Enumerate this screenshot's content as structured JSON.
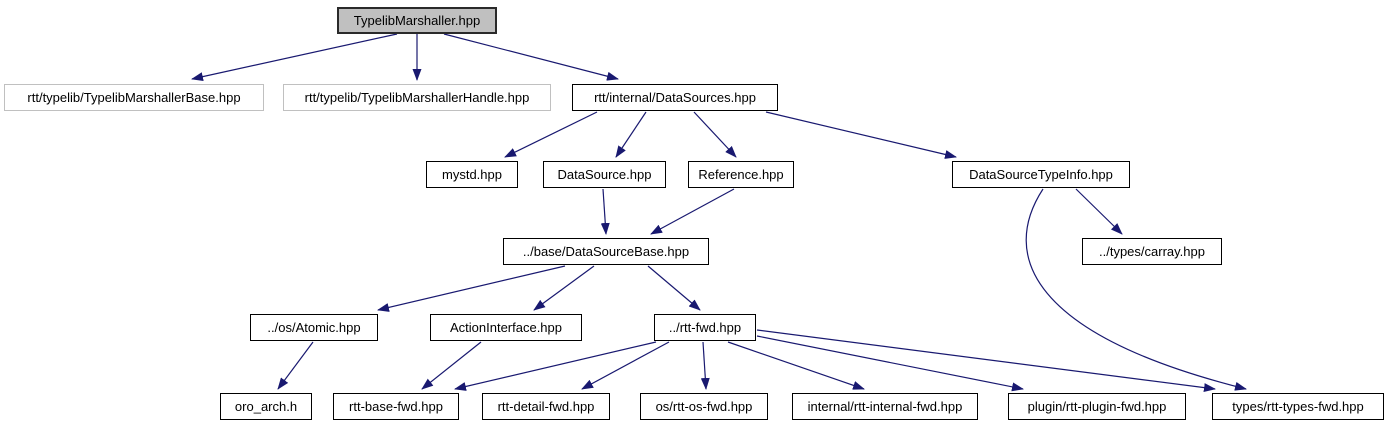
{
  "diagram": {
    "kind": "include-dependency-graph",
    "colors": {
      "edge": "#191970",
      "node_border": "#000000",
      "external_node_border": "#c0c0c0",
      "root_node_fill": "#c0c0c0",
      "node_fill": "#ffffff",
      "text": "#000000",
      "background": "#ffffff"
    },
    "nodes": [
      {
        "id": "root",
        "label": "TypelibMarshaller.hpp",
        "style": "root"
      },
      {
        "id": "typelib-marshaller-base",
        "label": "rtt/typelib/TypelibMarshallerBase.hpp",
        "style": "external"
      },
      {
        "id": "typelib-marshaller-handle",
        "label": "rtt/typelib/TypelibMarshallerHandle.hpp",
        "style": "external"
      },
      {
        "id": "datasources",
        "label": "rtt/internal/DataSources.hpp",
        "style": "linked"
      },
      {
        "id": "mystd",
        "label": "mystd.hpp",
        "style": "linked"
      },
      {
        "id": "datasource",
        "label": "DataSource.hpp",
        "style": "linked"
      },
      {
        "id": "reference",
        "label": "Reference.hpp",
        "style": "linked"
      },
      {
        "id": "datasource-typeinfo",
        "label": "DataSourceTypeInfo.hpp",
        "style": "linked"
      },
      {
        "id": "datasource-base",
        "label": "../base/DataSourceBase.hpp",
        "style": "linked"
      },
      {
        "id": "carray",
        "label": "../types/carray.hpp",
        "style": "linked"
      },
      {
        "id": "atomic",
        "label": "../os/Atomic.hpp",
        "style": "linked"
      },
      {
        "id": "action-interface",
        "label": "ActionInterface.hpp",
        "style": "linked"
      },
      {
        "id": "rtt-fwd",
        "label": "../rtt-fwd.hpp",
        "style": "linked"
      },
      {
        "id": "oro-arch",
        "label": "oro_arch.h",
        "style": "linked"
      },
      {
        "id": "rtt-base-fwd",
        "label": "rtt-base-fwd.hpp",
        "style": "linked"
      },
      {
        "id": "rtt-detail-fwd",
        "label": "rtt-detail-fwd.hpp",
        "style": "linked"
      },
      {
        "id": "rtt-os-fwd",
        "label": "os/rtt-os-fwd.hpp",
        "style": "linked"
      },
      {
        "id": "rtt-internal-fwd",
        "label": "internal/rtt-internal-fwd.hpp",
        "style": "linked"
      },
      {
        "id": "rtt-plugin-fwd",
        "label": "plugin/rtt-plugin-fwd.hpp",
        "style": "linked"
      },
      {
        "id": "rtt-types-fwd",
        "label": "types/rtt-types-fwd.hpp",
        "style": "linked"
      }
    ],
    "edges": [
      {
        "from": "TypelibMarshaller.hpp",
        "to": "rtt/typelib/TypelibMarshallerBase.hpp"
      },
      {
        "from": "TypelibMarshaller.hpp",
        "to": "rtt/typelib/TypelibMarshallerHandle.hpp"
      },
      {
        "from": "TypelibMarshaller.hpp",
        "to": "rtt/internal/DataSources.hpp"
      },
      {
        "from": "rtt/internal/DataSources.hpp",
        "to": "mystd.hpp"
      },
      {
        "from": "rtt/internal/DataSources.hpp",
        "to": "DataSource.hpp"
      },
      {
        "from": "rtt/internal/DataSources.hpp",
        "to": "Reference.hpp"
      },
      {
        "from": "rtt/internal/DataSources.hpp",
        "to": "DataSourceTypeInfo.hpp"
      },
      {
        "from": "DataSource.hpp",
        "to": "../base/DataSourceBase.hpp"
      },
      {
        "from": "Reference.hpp",
        "to": "../base/DataSourceBase.hpp"
      },
      {
        "from": "DataSourceTypeInfo.hpp",
        "to": "../types/carray.hpp"
      },
      {
        "from": "DataSourceTypeInfo.hpp",
        "to": "types/rtt-types-fwd.hpp"
      },
      {
        "from": "../base/DataSourceBase.hpp",
        "to": "../os/Atomic.hpp"
      },
      {
        "from": "../base/DataSourceBase.hpp",
        "to": "ActionInterface.hpp"
      },
      {
        "from": "../base/DataSourceBase.hpp",
        "to": "../rtt-fwd.hpp"
      },
      {
        "from": "../os/Atomic.hpp",
        "to": "oro_arch.h"
      },
      {
        "from": "ActionInterface.hpp",
        "to": "rtt-base-fwd.hpp"
      },
      {
        "from": "../rtt-fwd.hpp",
        "to": "rtt-base-fwd.hpp"
      },
      {
        "from": "../rtt-fwd.hpp",
        "to": "rtt-detail-fwd.hpp"
      },
      {
        "from": "../rtt-fwd.hpp",
        "to": "os/rtt-os-fwd.hpp"
      },
      {
        "from": "../rtt-fwd.hpp",
        "to": "internal/rtt-internal-fwd.hpp"
      },
      {
        "from": "../rtt-fwd.hpp",
        "to": "plugin/rtt-plugin-fwd.hpp"
      },
      {
        "from": "../rtt-fwd.hpp",
        "to": "types/rtt-types-fwd.hpp"
      }
    ]
  }
}
